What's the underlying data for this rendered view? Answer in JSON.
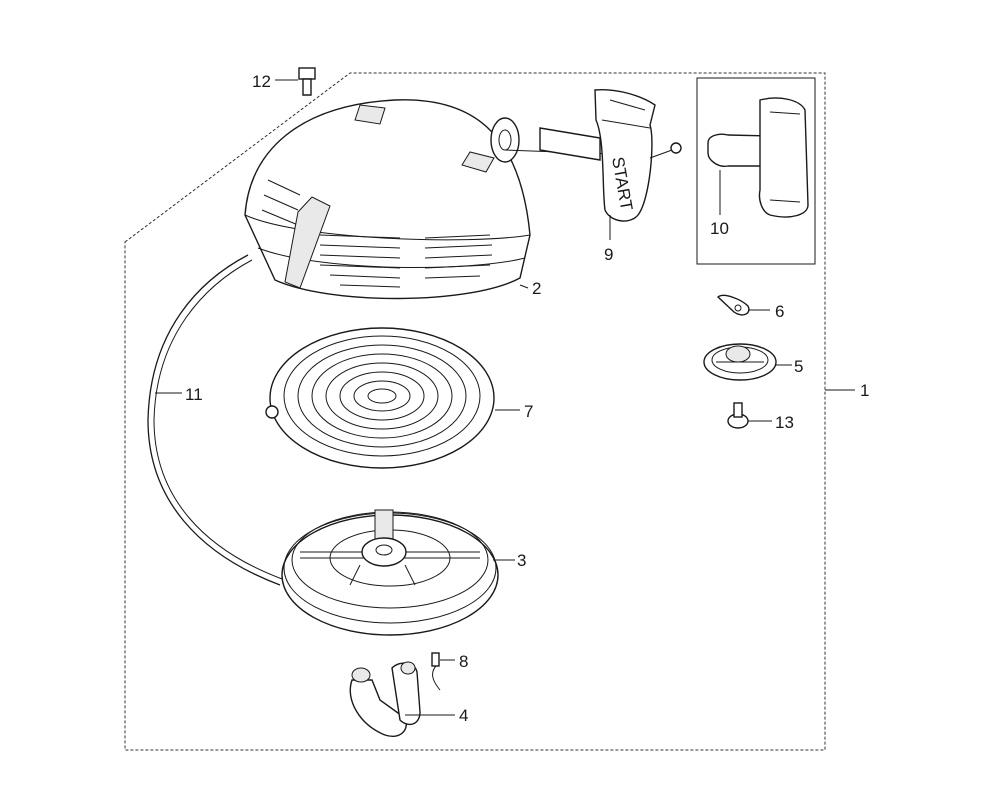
{
  "diagram": {
    "start_label": "START",
    "callouts": [
      {
        "id": "1",
        "text": "1"
      },
      {
        "id": "2",
        "text": "2"
      },
      {
        "id": "3",
        "text": "3"
      },
      {
        "id": "4",
        "text": "4"
      },
      {
        "id": "5",
        "text": "5"
      },
      {
        "id": "6",
        "text": "6"
      },
      {
        "id": "7",
        "text": "7"
      },
      {
        "id": "8",
        "text": "8"
      },
      {
        "id": "9",
        "text": "9"
      },
      {
        "id": "10",
        "text": "10"
      },
      {
        "id": "11",
        "text": "11"
      },
      {
        "id": "12",
        "text": "12"
      },
      {
        "id": "13",
        "text": "13"
      }
    ]
  }
}
